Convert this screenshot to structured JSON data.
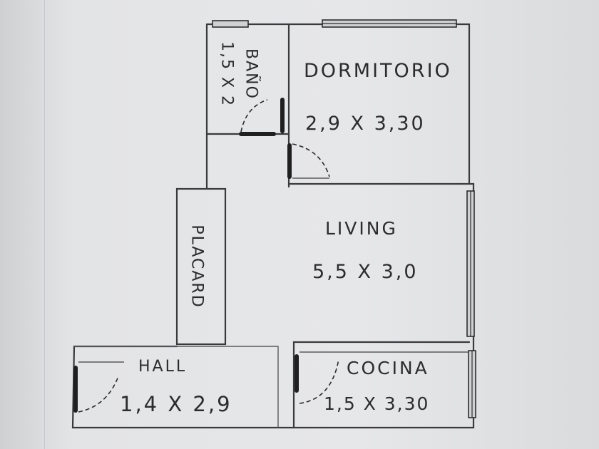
{
  "rooms": {
    "bano": {
      "name": "BAÑO",
      "dimensions": "1,5 X 2"
    },
    "dormitorio": {
      "name": "DORMITORIO",
      "dimensions": "2,9 X 3,30"
    },
    "placard": {
      "name": "PLACARD"
    },
    "living": {
      "name": "LIVING",
      "dimensions": "5,5 X 3,0"
    },
    "hall": {
      "name": "HALL",
      "dimensions": "1,4 X 2,9"
    },
    "cocina": {
      "name": "COCINA",
      "dimensions": "1,5 X 3,30"
    }
  }
}
